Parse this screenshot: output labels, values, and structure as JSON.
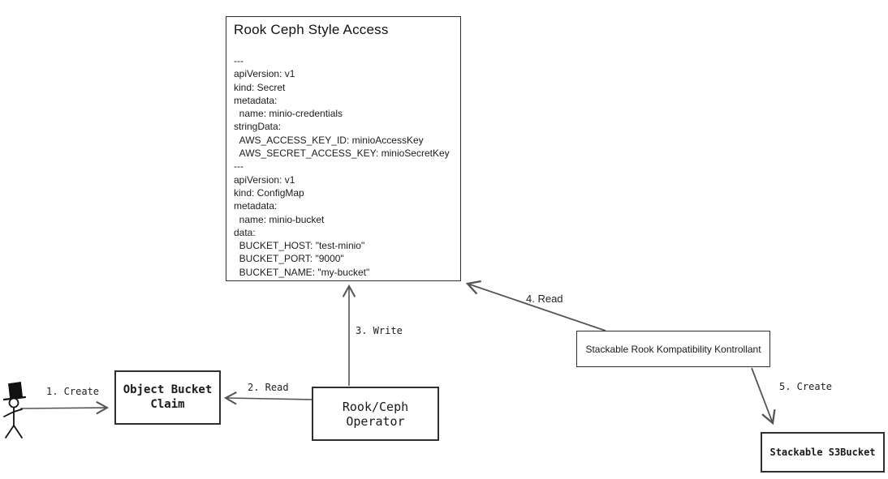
{
  "diagram": {
    "main_box": {
      "title": "Rook Ceph Style Access",
      "yaml": "---\napiVersion: v1\nkind: Secret\nmetadata:\n  name: minio-credentials\nstringData:\n  AWS_ACCESS_KEY_ID: minioAccessKey\n  AWS_SECRET_ACCESS_KEY: minioSecretKey\n---\napiVersion: v1\nkind: ConfigMap\nmetadata:\n  name: minio-bucket\ndata:\n  BUCKET_HOST: \"test-minio\"\n  BUCKET_PORT: \"9000\"\n  BUCKET_NAME: \"my-bucket\""
    },
    "nodes": {
      "object_bucket_claim": "Object Bucket Claim",
      "rook_ceph_operator": "Rook/Ceph Operator",
      "stackable_kontrollant": "Stackable Rook Kompatibility Kontrollant",
      "stackable_s3bucket": "Stackable S3Bucket"
    },
    "edges": {
      "e1": "1. Create",
      "e2": "2. Read",
      "e3": "3. Write",
      "e4": "4. Read",
      "e5": "5. Create"
    },
    "actor": "user",
    "colors": {
      "line": "#555555",
      "border": "#2f2f2f",
      "text": "#1a1a1a"
    }
  }
}
